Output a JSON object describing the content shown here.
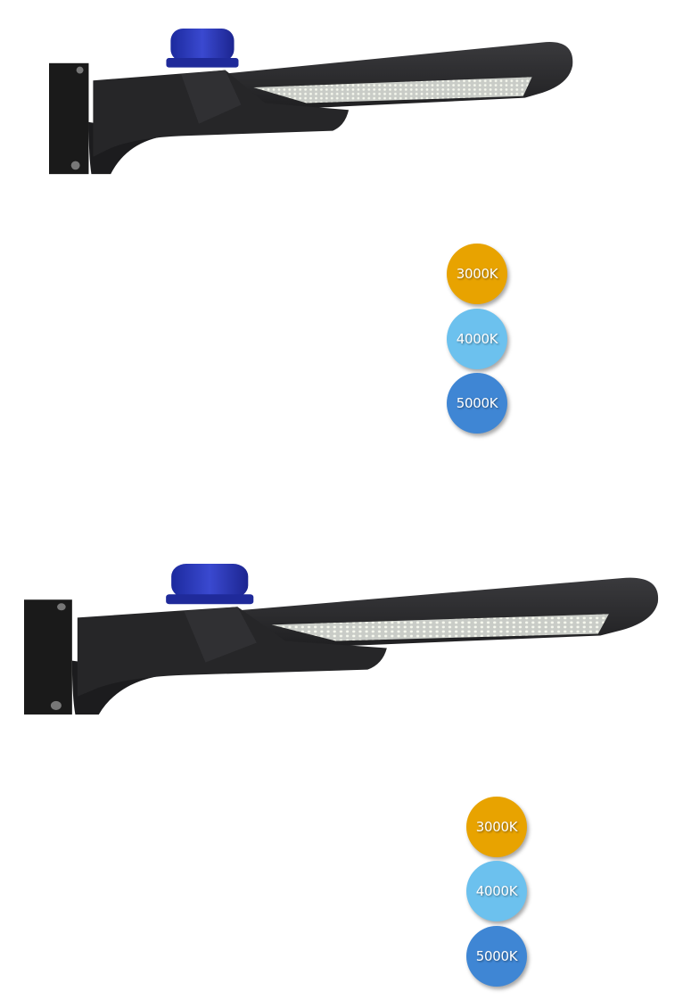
{
  "products": [
    {
      "name": "street-light-compact",
      "icon": "street-light-icon",
      "color_temperatures": [
        {
          "label": "3000K",
          "color": "#e8a300"
        },
        {
          "label": "4000K",
          "color": "#6cc1ee"
        },
        {
          "label": "5000K",
          "color": "#3f86d4"
        }
      ]
    },
    {
      "name": "street-light-large",
      "icon": "street-light-icon",
      "color_temperatures": [
        {
          "label": "3000K",
          "color": "#e8a300"
        },
        {
          "label": "4000K",
          "color": "#6cc1ee"
        },
        {
          "label": "5000K",
          "color": "#3f86d4"
        }
      ]
    }
  ]
}
